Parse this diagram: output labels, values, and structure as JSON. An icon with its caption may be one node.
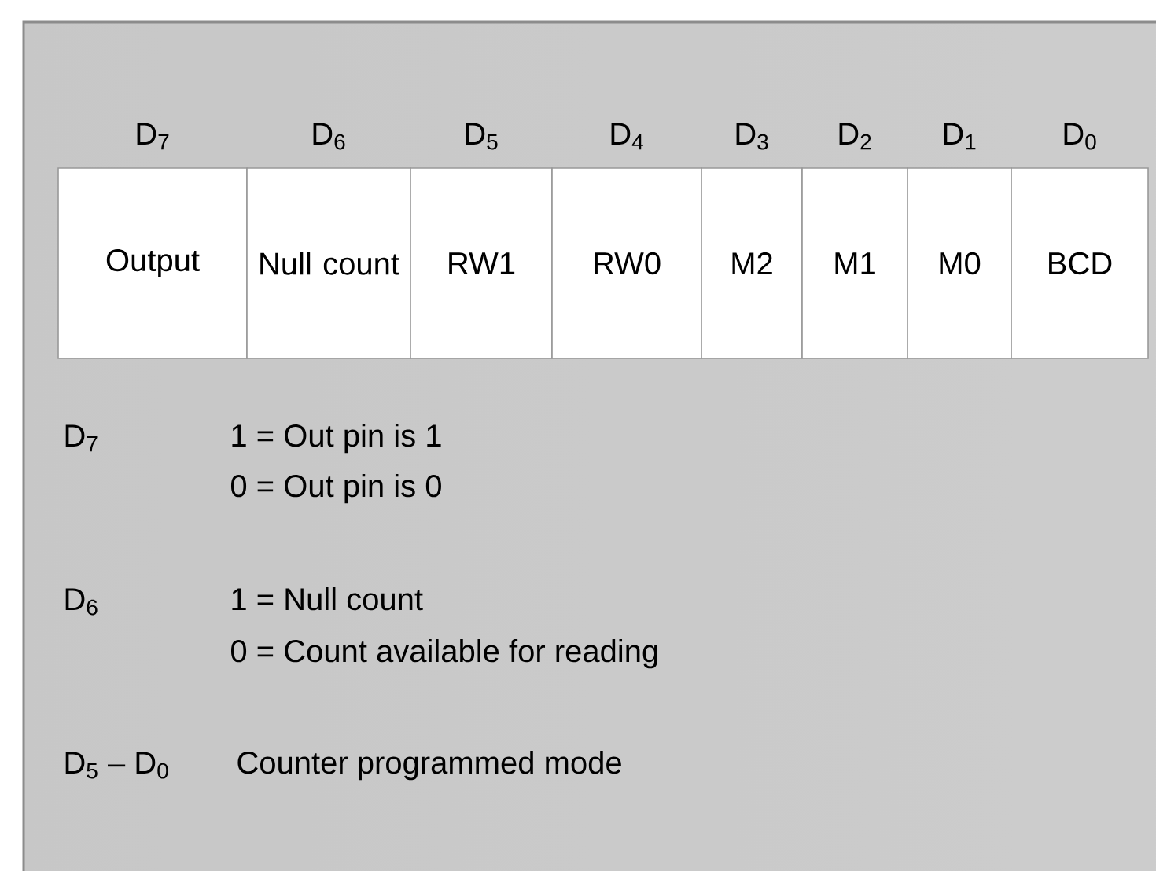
{
  "diagram": {
    "nodes": [
      {
        "text": [
          "D$_{7}$",
          "Output"
        ]
      },
      {
        "text": [
          "D$_{6}$",
          "Null count"
        ]
      },
      {
        "text": [
          "D$_{5}$",
          "RW1"
        ]
      },
      {
        "text": [
          "D$_{4}$",
          "RW0"
        ]
      },
      {
        "text": [
          "D$_{3}$",
          "M2"
        ]
      },
      {
        "text": [
          "D$_{2}$",
          "M1"
        ]
      },
      {
        "text": [
          "D$_{1}$",
          "M0"
        ]
      },
      {
        "text": [
          "D$_{0}$",
          "BCD"
        ]
      }
    ],
    "labels": [
      "D$_{7}$",
      "1 = Out pin is 1",
      "0 = Out pin is 0",
      "D$_{6}$",
      "1 = Null count",
      "0 = Count available for reading",
      "D$_{5}$ – D$_{0}$",
      "Counter programmed mode"
    ]
  }
}
